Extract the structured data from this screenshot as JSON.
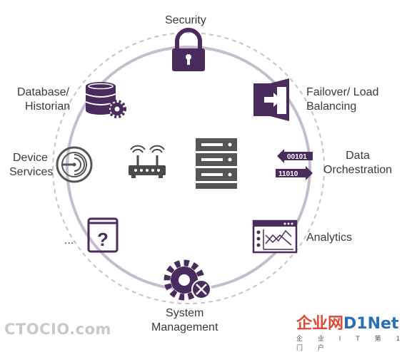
{
  "labels": {
    "security": "Security",
    "database_line1": "Database/",
    "database_line2": "Historian",
    "failover_line1": "Failover/ Load",
    "failover_line2": "Balancing",
    "device_line1": "Device",
    "device_line2": "Services",
    "data_line1": "Data",
    "data_line2": "Orchestration",
    "analytics": "Analytics",
    "ellipsis": "...",
    "system_line1": "System",
    "system_line2": "Management"
  },
  "binary": {
    "top": "00101",
    "bottom": "11010"
  },
  "help_glyph": "?",
  "watermarks": {
    "left": "CTOCIO.com",
    "right_main_a": "企业网",
    "right_main_b": "D1Net",
    "right_sub": "企 业 I T 第 1 门 户"
  },
  "colors": {
    "accent": "#4a2b5e",
    "ring": "#bfb3c8",
    "server": "#555555"
  }
}
